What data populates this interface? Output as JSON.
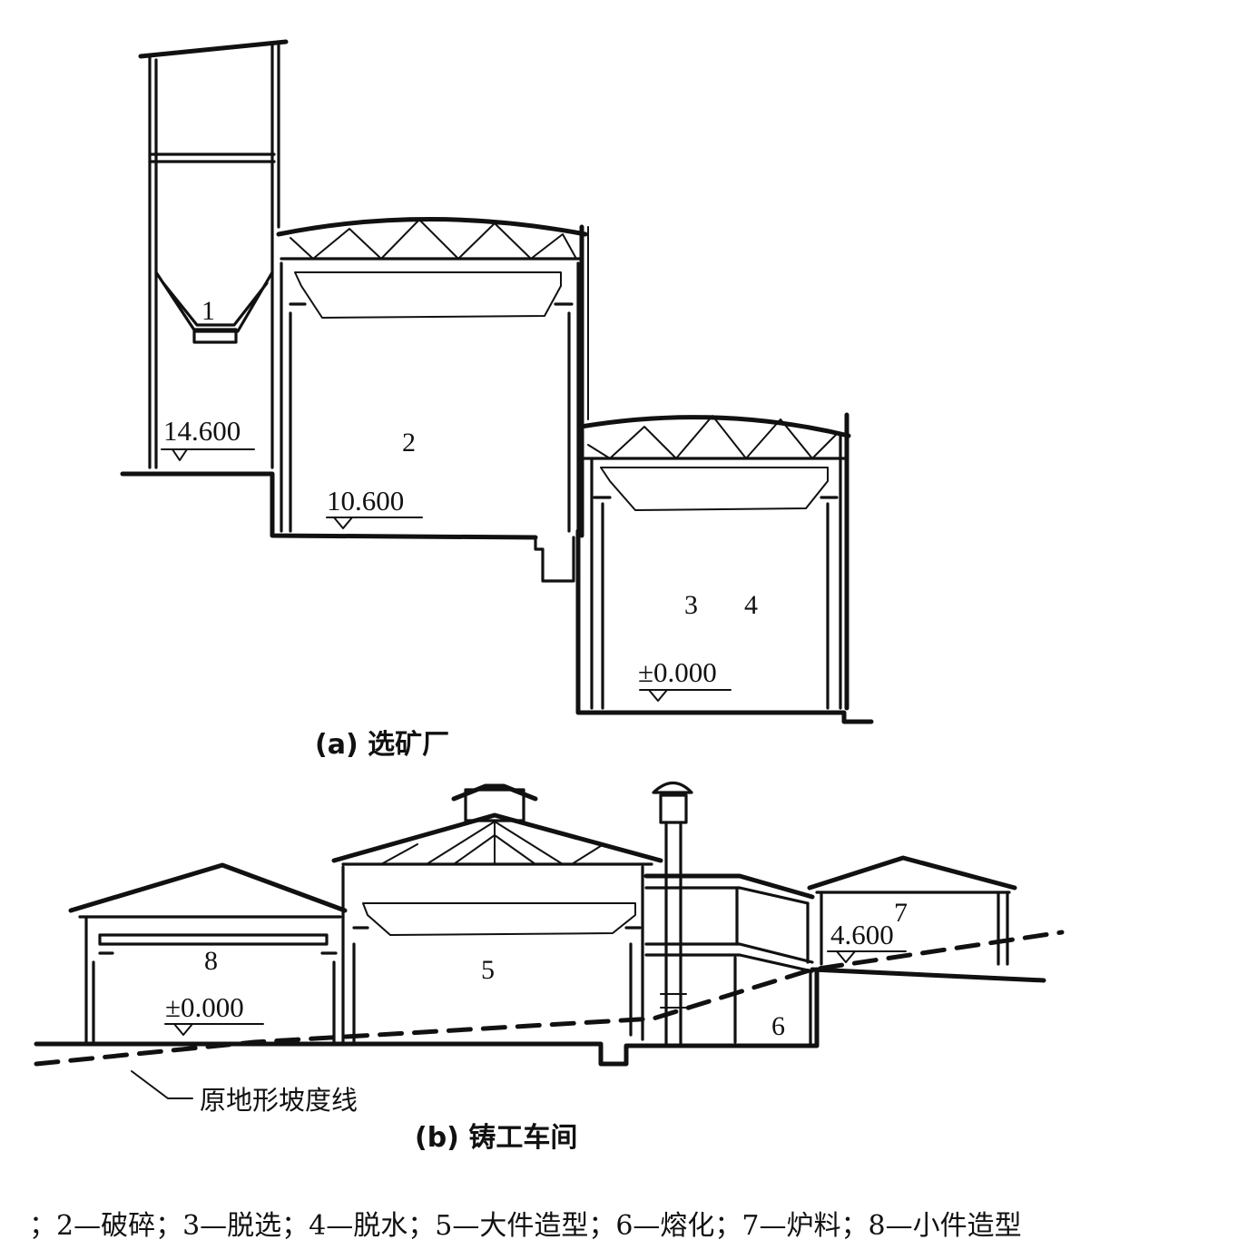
{
  "diagram_a": {
    "caption": "(a) 选矿厂",
    "labels": {
      "l1": "1",
      "l2": "2",
      "l3": "3",
      "l4": "4"
    },
    "elevations": {
      "e1": "14.600",
      "e2": "10.600",
      "e3": "±0.000"
    }
  },
  "diagram_b": {
    "caption": "(b) 铸工车间",
    "labels": {
      "l5": "5",
      "l6": "6",
      "l7": "7",
      "l8": "8"
    },
    "elevations": {
      "e1": "±0.000",
      "e2": "4.600"
    },
    "slope_note": "原地形坡度线"
  },
  "legend": "；2—破碎；3—脱选；4—脱水；5—大件造型；6—熔化；7—炉料；8—小件造型"
}
